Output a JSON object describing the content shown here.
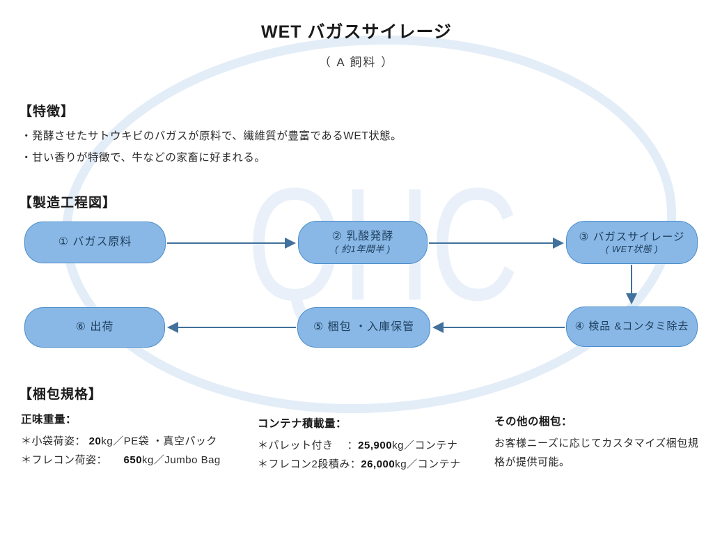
{
  "title": "WET バガスサイレージ",
  "subtitle": "（ A 飼料 ）",
  "watermark": "QHC",
  "features": {
    "heading": "【特徴】",
    "items": [
      "・発酵させたサトウキビのバガスが原料で、繊維質が豊富であるWET状態。",
      "・甘い香りが特徴で、牛などの家畜に好まれる。"
    ]
  },
  "process": {
    "heading": "【製造工程図】",
    "steps": [
      {
        "label": "① バガス原料",
        "note": ""
      },
      {
        "label": "② 乳酸発酵",
        "note": "( 約1年間半 )"
      },
      {
        "label": "③ バガスサイレージ",
        "note": "( WET状態 )"
      },
      {
        "label": "④ 検品 &コンタミ除去",
        "note": ""
      },
      {
        "label": "⑤ 梱包 ・入庫保管",
        "note": ""
      },
      {
        "label": "⑥ 出荷",
        "note": ""
      }
    ],
    "flow_order": "1→2→3→4→5→6"
  },
  "packing": {
    "heading": "【梱包規格】",
    "net_weight": {
      "title": "正味重量：",
      "lines": [
        {
          "pre": "＊小袋荷姿： ",
          "num": "20",
          "post": "kg／PE袋 ・真空パック"
        },
        {
          "pre": "＊フレコン荷姿：　　",
          "num": "650",
          "post": "kg／Jumbo Bag"
        }
      ]
    },
    "container_load": {
      "title": "コンテナ積載量：",
      "lines": [
        {
          "pre": "＊パレット付き　 ：",
          "num": "25,900",
          "post": "kg／コンテナ"
        },
        {
          "pre": "＊フレコン2段積み：",
          "num": "26,000",
          "post": "kg／コンテナ"
        }
      ]
    },
    "other": {
      "title": "その他の梱包：",
      "text": "お客様ニーズに応じてカスタマイズ梱包規格が提供可能。"
    }
  },
  "colors": {
    "box_fill": "#89b8e6",
    "box_border": "#4d8ecb",
    "box_text": "#20405f",
    "arrow": "#41719c",
    "watermark_text": "#e9f0f9",
    "watermark_ring": "#e3edf8",
    "title_text": "#1a1a1a"
  }
}
